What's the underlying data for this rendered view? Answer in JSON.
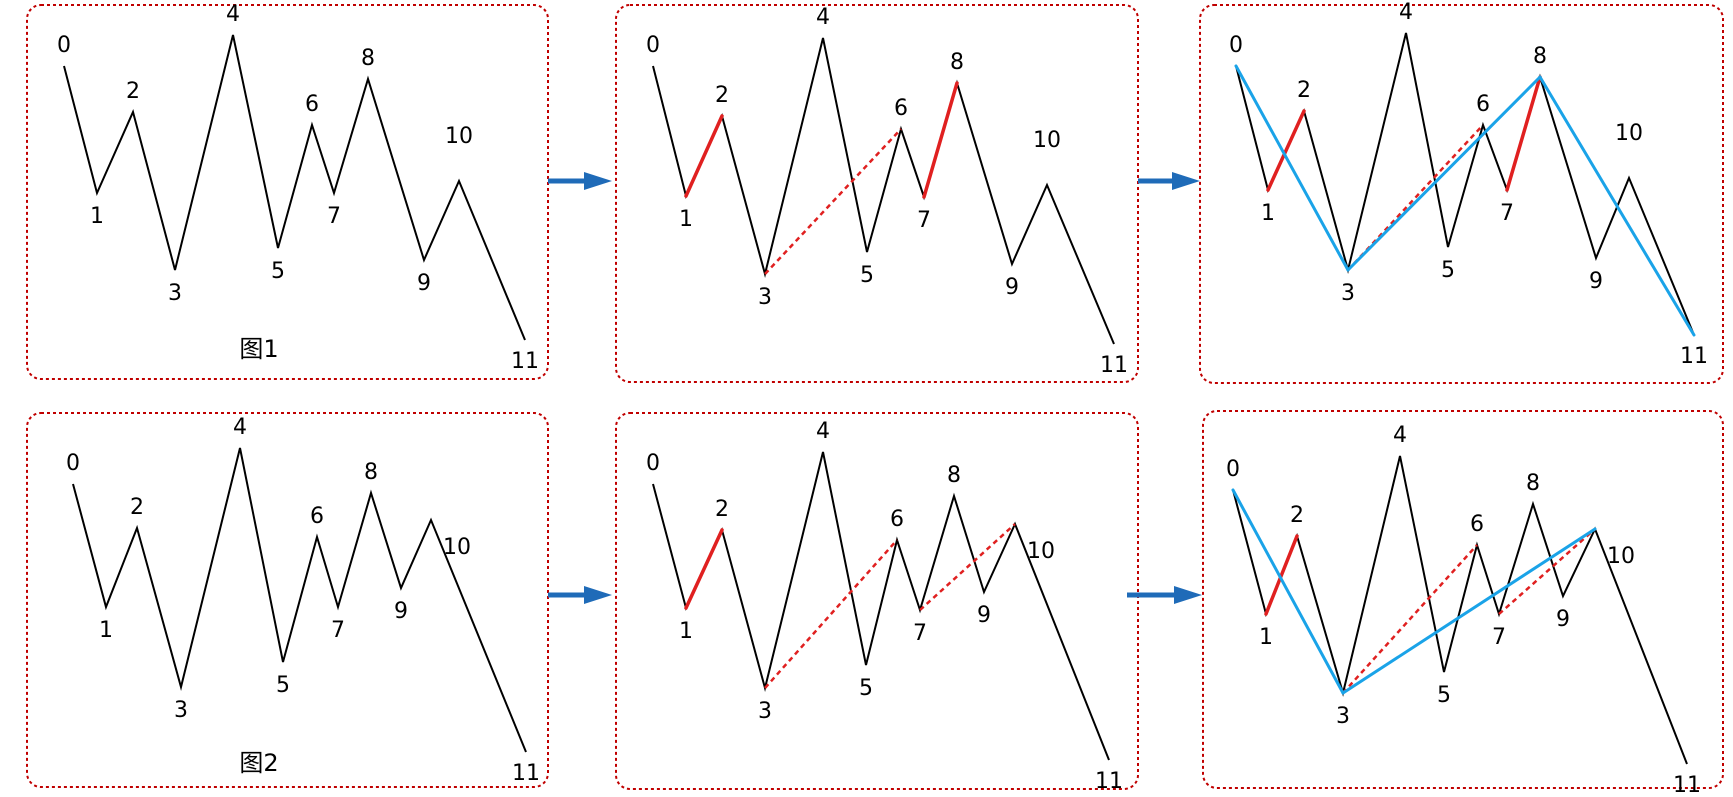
{
  "colors": {
    "frame": "#c00000",
    "wave": "#000000",
    "highlight": "#e02020",
    "dashed": "#e02020",
    "trend": "#1aa3e8",
    "arrow": "#1f6bb8"
  },
  "panels": [
    {
      "caption": "图1",
      "points": [
        {
          "label": "0"
        },
        {
          "label": "1"
        },
        {
          "label": "2"
        },
        {
          "label": "3"
        },
        {
          "label": "4"
        },
        {
          "label": "5"
        },
        {
          "label": "6"
        },
        {
          "label": "7"
        },
        {
          "label": "8"
        },
        {
          "label": "9"
        },
        {
          "label": "10"
        },
        {
          "label": "11"
        }
      ]
    },
    {
      "caption": "",
      "points": [
        {
          "label": "0"
        },
        {
          "label": "1"
        },
        {
          "label": "2"
        },
        {
          "label": "3"
        },
        {
          "label": "4"
        },
        {
          "label": "5"
        },
        {
          "label": "6"
        },
        {
          "label": "7"
        },
        {
          "label": "8"
        },
        {
          "label": "9"
        },
        {
          "label": "10"
        },
        {
          "label": "11"
        }
      ],
      "red_segments": [
        [
          1,
          2
        ],
        [
          7,
          8
        ]
      ],
      "dashed_segments": [
        [
          3,
          6
        ]
      ]
    },
    {
      "caption": "",
      "points": [
        {
          "label": "0"
        },
        {
          "label": "1"
        },
        {
          "label": "2"
        },
        {
          "label": "3"
        },
        {
          "label": "4"
        },
        {
          "label": "5"
        },
        {
          "label": "6"
        },
        {
          "label": "7"
        },
        {
          "label": "8"
        },
        {
          "label": "9"
        },
        {
          "label": "10"
        },
        {
          "label": "11"
        }
      ],
      "red_segments": [
        [
          1,
          2
        ],
        [
          7,
          8
        ]
      ],
      "dashed_segments": [
        [
          3,
          6
        ]
      ],
      "blue_segments": [
        [
          0,
          3
        ],
        [
          3,
          8
        ],
        [
          8,
          11
        ]
      ]
    },
    {
      "caption": "图2",
      "points": [
        {
          "label": "0"
        },
        {
          "label": "1"
        },
        {
          "label": "2"
        },
        {
          "label": "3"
        },
        {
          "label": "4"
        },
        {
          "label": "5"
        },
        {
          "label": "6"
        },
        {
          "label": "7"
        },
        {
          "label": "8"
        },
        {
          "label": "9"
        },
        {
          "label": "10"
        },
        {
          "label": "11"
        }
      ]
    },
    {
      "caption": "",
      "points": [
        {
          "label": "0"
        },
        {
          "label": "1"
        },
        {
          "label": "2"
        },
        {
          "label": "3"
        },
        {
          "label": "4"
        },
        {
          "label": "5"
        },
        {
          "label": "6"
        },
        {
          "label": "7"
        },
        {
          "label": "8"
        },
        {
          "label": "9"
        },
        {
          "label": "10"
        },
        {
          "label": "11"
        }
      ],
      "red_segments": [
        [
          1,
          2
        ]
      ],
      "dashed_segments": [
        [
          3,
          6
        ],
        [
          7,
          10
        ]
      ]
    },
    {
      "caption": "",
      "points": [
        {
          "label": "0"
        },
        {
          "label": "1"
        },
        {
          "label": "2"
        },
        {
          "label": "3"
        },
        {
          "label": "4"
        },
        {
          "label": "5"
        },
        {
          "label": "6"
        },
        {
          "label": "7"
        },
        {
          "label": "8"
        },
        {
          "label": "9"
        },
        {
          "label": "10"
        },
        {
          "label": "11"
        }
      ],
      "red_segments": [
        [
          1,
          2
        ]
      ],
      "dashed_segments": [
        [
          3,
          6
        ],
        [
          7,
          10
        ]
      ],
      "blue_segments": [
        [
          0,
          3
        ],
        [
          3,
          10
        ]
      ]
    }
  ]
}
